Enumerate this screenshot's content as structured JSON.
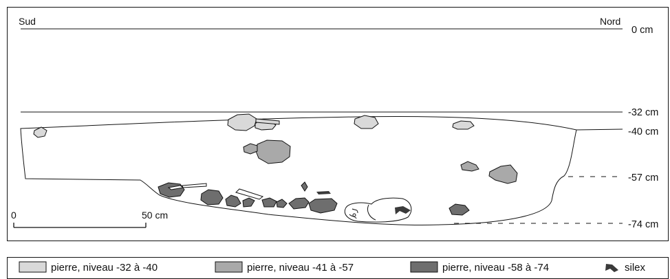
{
  "orientation": {
    "left": "Sud",
    "right": "Nord"
  },
  "depth_labels": [
    "0 cm",
    "-32 cm",
    "-40 cm",
    "-57 cm",
    "-74 cm"
  ],
  "scale": {
    "start": "0",
    "end": "50 cm"
  },
  "legend": [
    {
      "label": "pierre, niveau -32 à -40",
      "color": "#d9d9d9"
    },
    {
      "label": "pierre, niveau -41 à -57",
      "color": "#a9a9a9"
    },
    {
      "label": "pierre, niveau -58 à -74",
      "color": "#6e6e6e"
    },
    {
      "label": "silex",
      "color": "#3a3a3a",
      "icon": "flint-icon"
    }
  ],
  "colors": {
    "outline": "#111111",
    "light_stone": "#d9d9d9",
    "mid_stone": "#a9a9a9",
    "dark_stone": "#6e6e6e",
    "flint": "#3a3a3a"
  }
}
